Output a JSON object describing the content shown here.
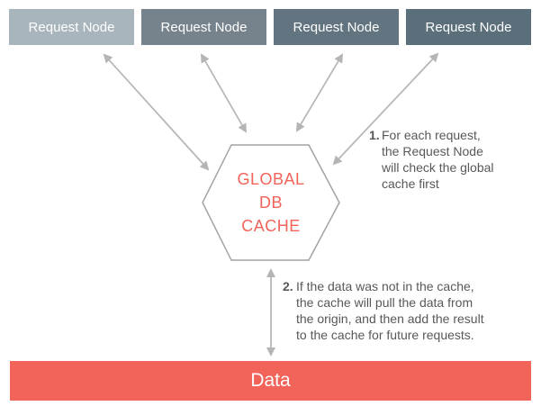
{
  "diagram": {
    "nodes": [
      {
        "label": "Request Node",
        "color": "#a9b5bd"
      },
      {
        "label": "Request Node",
        "color": "#76838c"
      },
      {
        "label": "Request Node",
        "color": "#61747f"
      },
      {
        "label": "Request Node",
        "color": "#5b6f7b"
      }
    ],
    "cache_hex": {
      "label": "GLOBAL\nDB\nCACHE",
      "text_color": "#f2635a",
      "border_color": "#a3a3a3"
    },
    "data_bar": {
      "label": "Data",
      "color": "#f2635a",
      "text_color": "#ffffff"
    },
    "annotations": [
      {
        "number": "1.",
        "text": "For each request,\nthe Request Node\nwill check the global\ncache first"
      },
      {
        "number": "2.",
        "text": "If the data was not in the cache,\nthe cache will pull the data from\nthe origin, and then add the result\nto the cache for future requests."
      }
    ],
    "arrow_color": "#b5b5b5",
    "annotation_text_color": "#58585a"
  }
}
